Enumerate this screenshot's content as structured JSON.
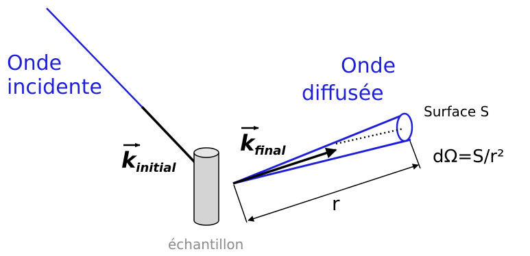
{
  "labels": {
    "incident_wave_line1": "Onde",
    "incident_wave_line2": "incidente",
    "scattered_wave_line1": "Onde",
    "scattered_wave_line2": "diffusée",
    "surface": "Surface S",
    "solid_angle": "dΩ=S/r²",
    "distance": "r",
    "sample": "échantillon",
    "k_initial_symbol": "k",
    "k_initial_subscript": "initial",
    "k_final_symbol": "k",
    "k_final_subscript": "final"
  },
  "colors": {
    "wave_blue": "#1f1fd6",
    "ink": "#000000",
    "sample_fill": "#d4d4d4",
    "sample_label": "#8a8a8a"
  }
}
